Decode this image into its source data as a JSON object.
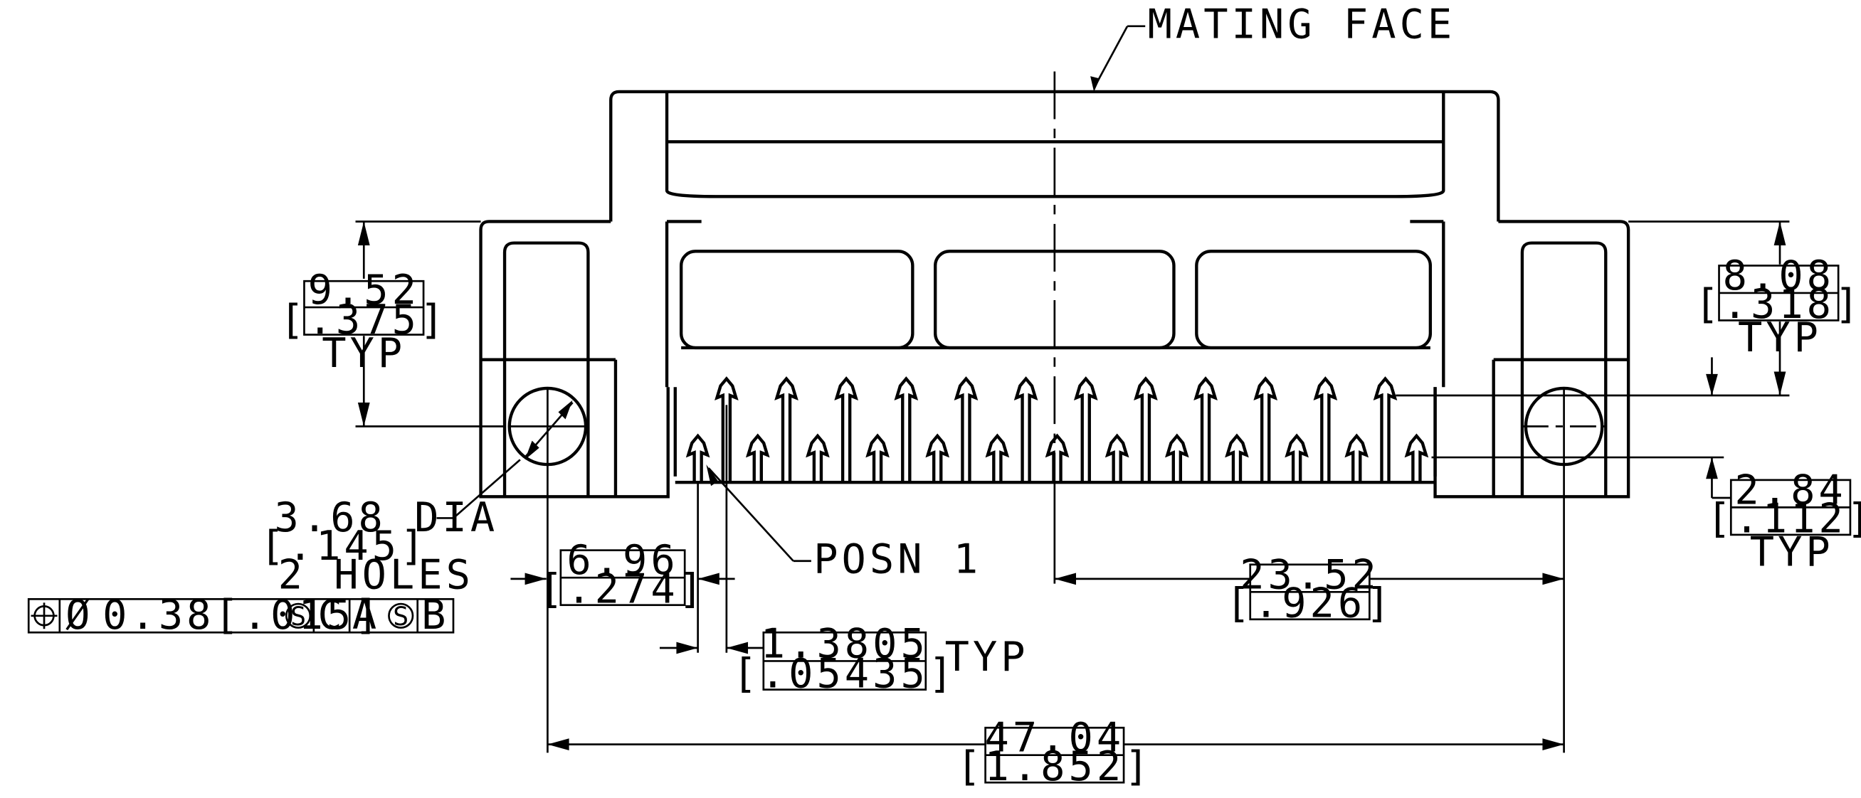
{
  "labels": {
    "mating_face": "MATING FACE",
    "posn_1": "POSN 1",
    "hole_dia": "3.68 DIA",
    "hole_dia_in": "[.145]",
    "holes_count": "2 HOLES",
    "typ": "TYP"
  },
  "dimensions": {
    "d952": {
      "mm": "9.52",
      "in": "[.375]"
    },
    "d808": {
      "mm": "8.08",
      "in": "[.318]"
    },
    "d284": {
      "mm": "2.84",
      "in": "[.112]"
    },
    "d696": {
      "mm": "6.96",
      "in": "[.274]"
    },
    "d13805": {
      "mm": "1.3805",
      "in": "[.05435]"
    },
    "d2352": {
      "mm": "23.52",
      "in": "[.926]"
    },
    "d4704": {
      "mm": "47.04",
      "in": "[1.852]"
    }
  },
  "fcf": {
    "symbol": "⌖",
    "diameter": "Ø",
    "tolerance": "0.38[.015]",
    "modifier": "S",
    "datum1": "C",
    "datum2": "A",
    "datum2_modifier": "S",
    "datum3": "B"
  }
}
